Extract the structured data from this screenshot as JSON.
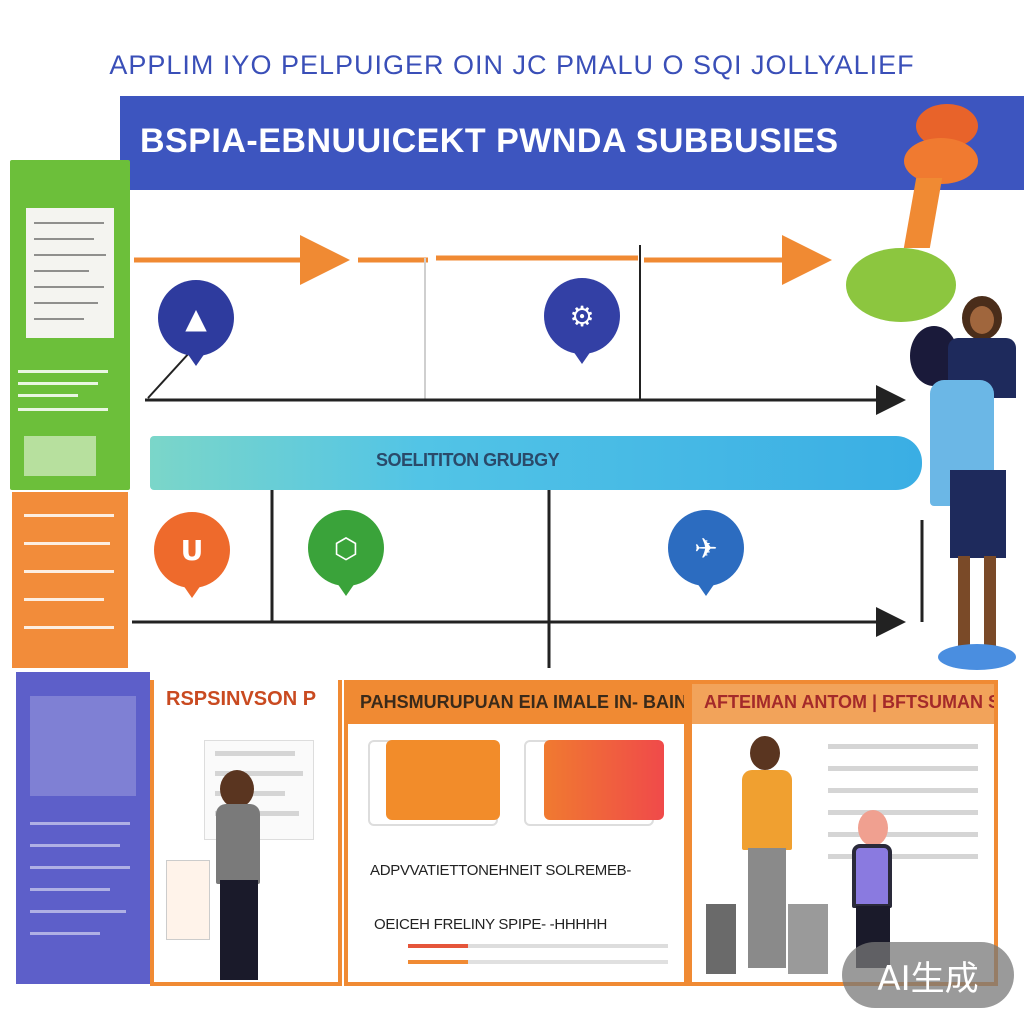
{
  "header": {
    "title": "APPLIM IYO PELPUIGER OIN JC PMALU O SQI JOLLYALIEF",
    "banner_title": "BSPIA-EBNUUICEKT PWNDA SUBBUSIES"
  },
  "timeline": {
    "band_label": "SOELITITON GRUBGY"
  },
  "nodes": [
    {
      "icon": "triangle-icon",
      "color": "#2e3b9e"
    },
    {
      "icon": "gear-icon",
      "color": "#3340a5"
    },
    {
      "icon": "u-shape-icon",
      "color": "#ee6a2c"
    },
    {
      "icon": "hexagon-icon",
      "color": "#3aa33a"
    },
    {
      "icon": "plane-icon",
      "color": "#2c6cc0"
    }
  ],
  "cards": [
    {
      "header": "RSPSINVSON P",
      "header_color": "#f08a33"
    },
    {
      "header": "PAHSMURUPUAN EIA IMALE IN- BAINCUS",
      "header_color": "#f08a33",
      "line1": "ADPVVATIETTONEHNEIT SOLREMEB-",
      "line2": "OEICEH FRELINY  SPIPE- -HHHHH"
    },
    {
      "header": "AFTEIMAN ANTOM  |  BFTSUMAN STHETKA",
      "header_color": "#e5553a"
    }
  ],
  "colors": {
    "banner": "#3d55bf",
    "accent_orange": "#f08a33",
    "accent_green": "#6cbf3a",
    "accent_purple": "#5d5fc9",
    "band_cyan": "#3aaee4"
  },
  "watermark": "AI生成"
}
